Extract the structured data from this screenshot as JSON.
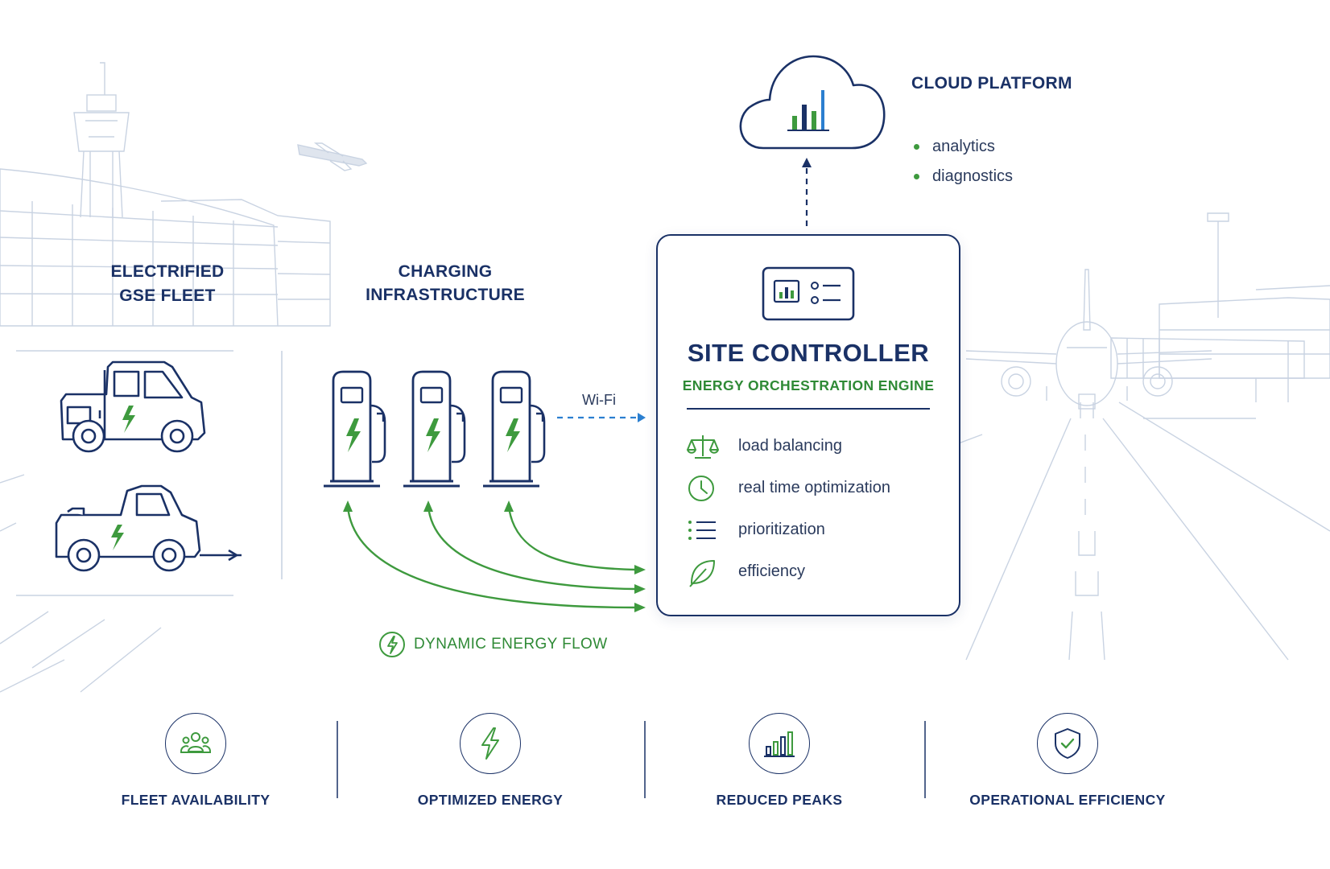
{
  "sections": {
    "fleet": {
      "line1": "ELECTRIFIED",
      "line2": "GSE FLEET"
    },
    "charging": {
      "line1": "CHARGING",
      "line2": "INFRASTRUCTURE"
    }
  },
  "connection": {
    "wifi_label": "Wi-Fi"
  },
  "cloud": {
    "title": "CLOUD PLATFORM",
    "items": [
      "analytics",
      "diagnostics"
    ]
  },
  "controller": {
    "title": "SITE CONTROLLER",
    "subtitle": "ENERGY ORCHESTRATION ENGINE",
    "features": [
      {
        "label": "load balancing",
        "icon": "scale-icon"
      },
      {
        "label": "real time optimization",
        "icon": "clock-icon"
      },
      {
        "label": "prioritization",
        "icon": "list-icon"
      },
      {
        "label": "efficiency",
        "icon": "leaf-icon"
      }
    ]
  },
  "flow": {
    "label": "DYNAMIC ENERGY FLOW",
    "icon": "bolt-circle-icon"
  },
  "benefits": [
    {
      "label": "FLEET AVAILABILITY",
      "icon": "people-icon"
    },
    {
      "label": "OPTIMIZED ENERGY",
      "icon": "bolt-icon"
    },
    {
      "label": "REDUCED PEAKS",
      "icon": "bar-chart-icon"
    },
    {
      "label": "OPERATIONAL EFFICIENCY",
      "icon": "shield-check-icon"
    }
  ],
  "colors": {
    "navy": "#1a3166",
    "green": "#2f8a36",
    "blue": "#2b7fd0",
    "background_line": "#c9d3e2"
  }
}
